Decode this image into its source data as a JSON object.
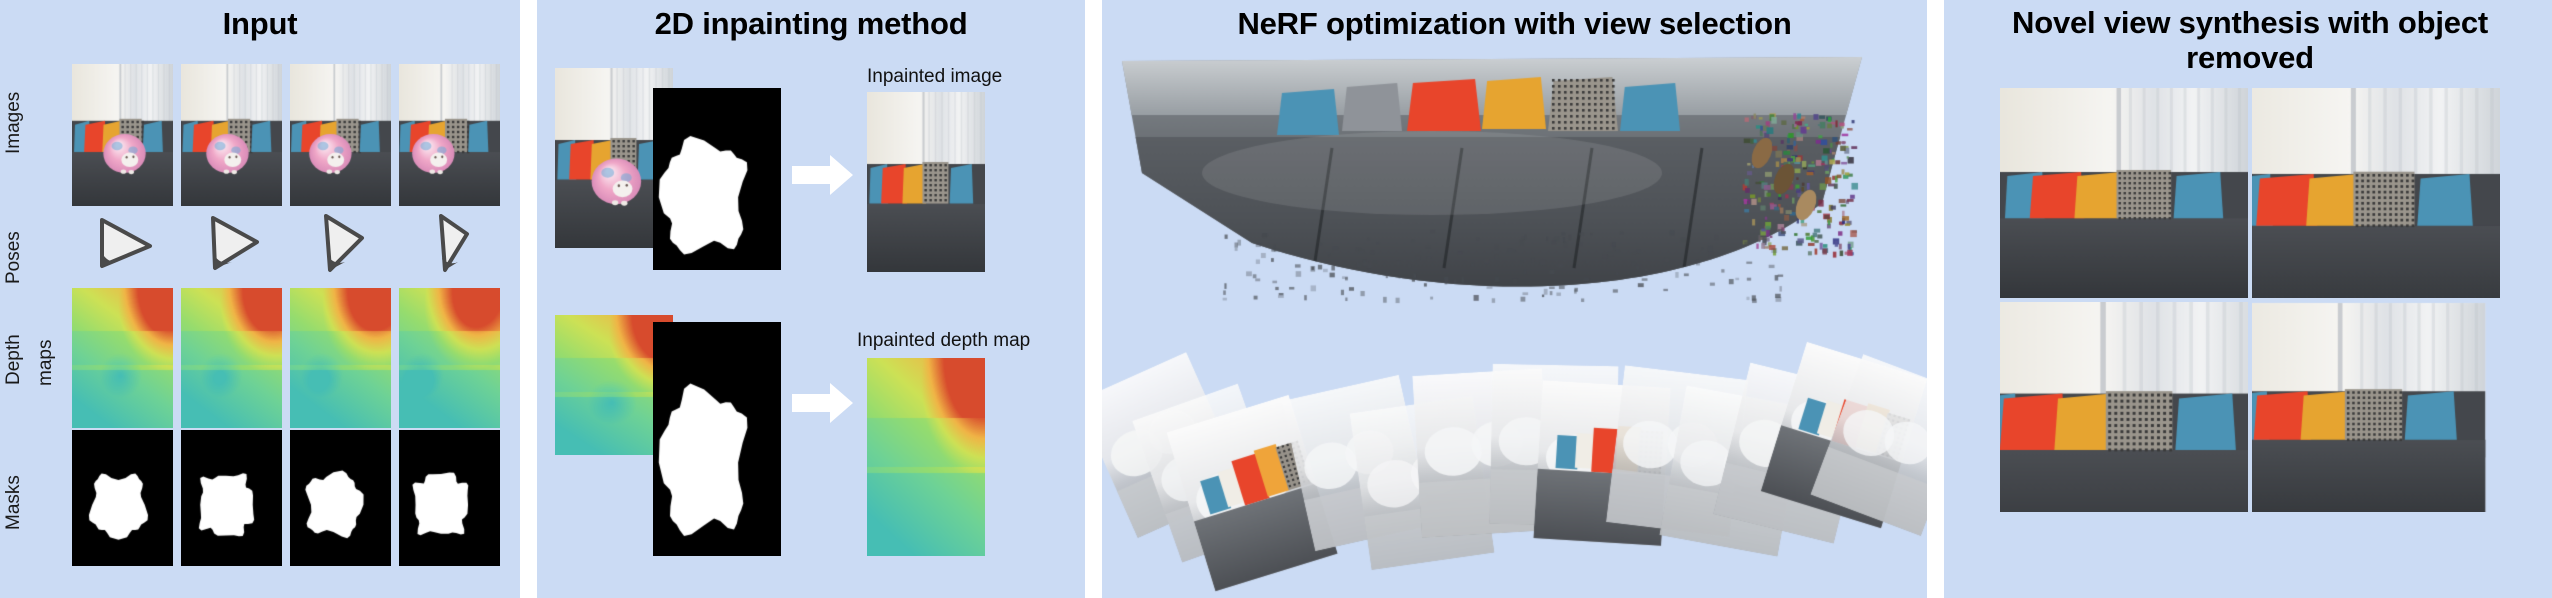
{
  "figure": {
    "background_color": "#cbdbf4",
    "divider_color": "#ffffff",
    "title_color": "#000000"
  },
  "panels": [
    {
      "id": "input",
      "title": "Input",
      "row_labels": [
        "Images",
        "Poses",
        "Depth\nmaps",
        "Masks"
      ],
      "columns": 4,
      "rows": [
        {
          "name": "Images",
          "kind": "rgb-photo",
          "count": 4
        },
        {
          "name": "Poses",
          "kind": "camera-frustum",
          "count": 4
        },
        {
          "name": "Depth maps",
          "kind": "depth-colormap",
          "count": 4
        },
        {
          "name": "Masks",
          "kind": "binary-mask",
          "count": 4
        }
      ]
    },
    {
      "id": "inpainting",
      "title": "2D inpainting method",
      "labels": {
        "inpainted_image": "Inpainted image",
        "inpainted_depth_map": "Inpainted depth map"
      },
      "rows": [
        {
          "name": "image-row",
          "inputs": [
            "rgb-photo",
            "binary-mask"
          ],
          "arrow": "right-arrow",
          "output": "inpainted-rgb"
        },
        {
          "name": "depth-row",
          "inputs": [
            "depth-colormap",
            "binary-mask"
          ],
          "arrow": "right-arrow",
          "output": "inpainted-depth"
        }
      ]
    },
    {
      "id": "nerf",
      "title": "NeRF optimization with view selection",
      "content": {
        "scene": "reconstructed-couch-point-cloud",
        "selected_views": 6,
        "view_plane_count": 14
      }
    },
    {
      "id": "novel",
      "title": "Novel view synthesis with object removed",
      "views": 4
    }
  ],
  "row_labels": {
    "images": "Images",
    "poses": "Poses",
    "depth_line1": "Depth",
    "depth_line2": "maps",
    "masks": "Masks"
  },
  "colors": {
    "panel_bg": "#cbdbf4",
    "divider": "#ffffff",
    "mask_fg": "#ffffff",
    "mask_bg": "#000000",
    "pose_fill": "#eeeeee",
    "pose_stroke": "#4a4a4a",
    "arrow_fill": "#ffffff",
    "pillow_red": "#e8452b",
    "pillow_orange": "#e6a430",
    "pillow_blue": "#4b93b5",
    "couch_dark": "#44474c"
  }
}
